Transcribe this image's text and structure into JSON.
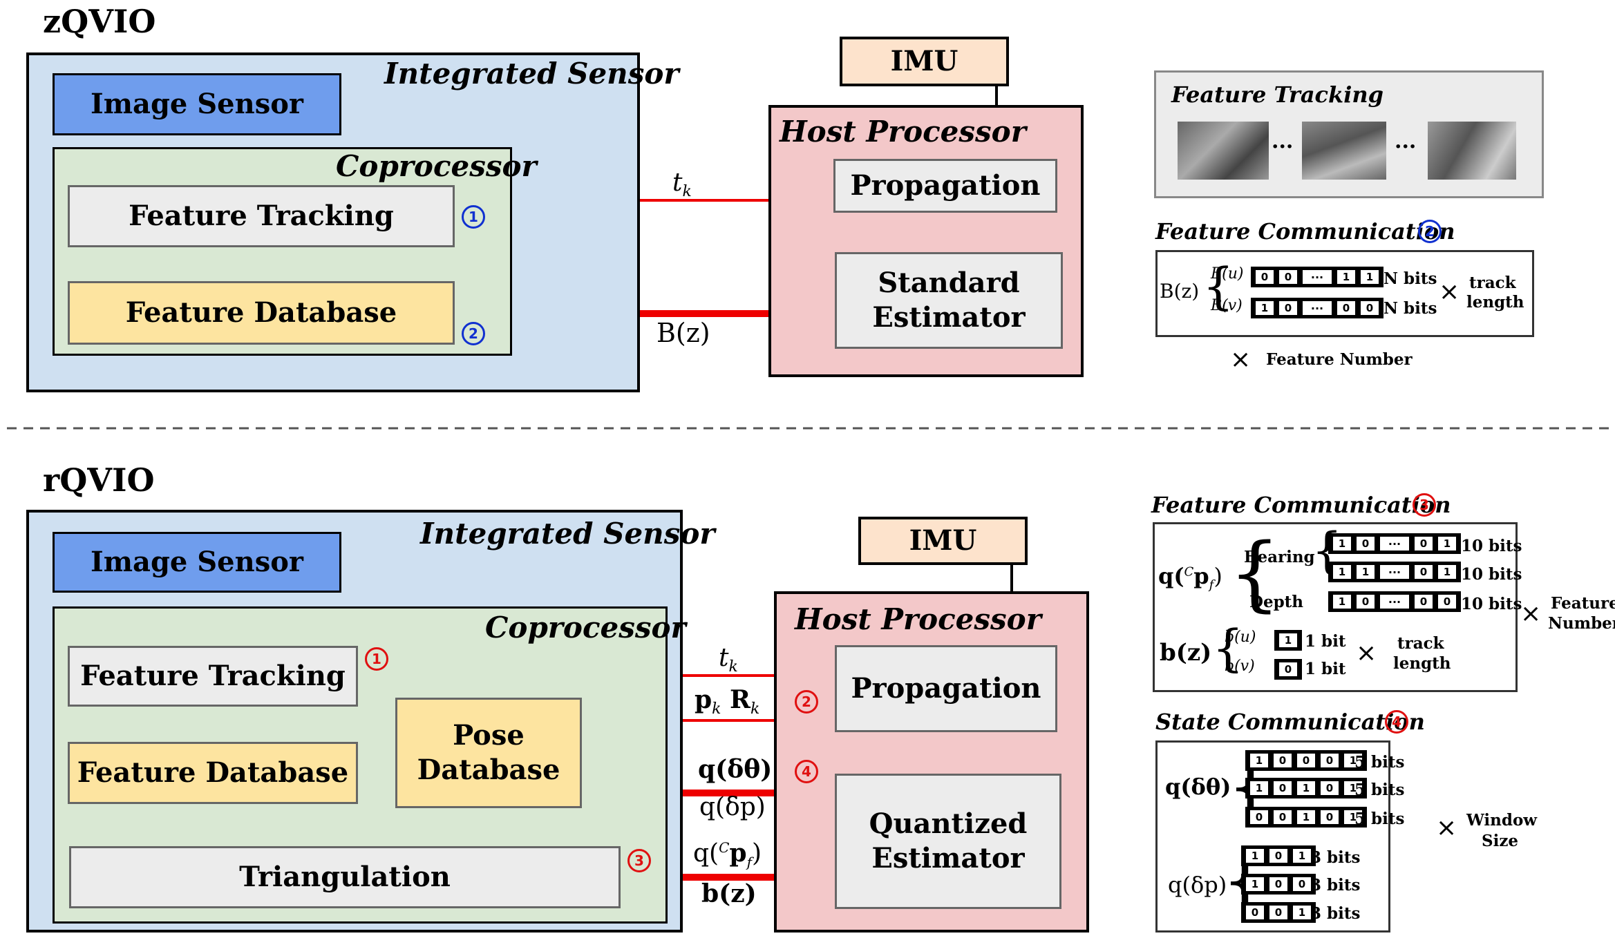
{
  "zqvio": {
    "title": "zQVIO",
    "integrated_sensor": "Integrated Sensor",
    "image_sensor": "Image Sensor",
    "coprocessor": "Coprocessor",
    "feature_tracking": "Feature Tracking",
    "feature_database": "Feature Database",
    "imu": "IMU",
    "host_processor": "Host Processor",
    "propagation": "Propagation",
    "standard_estimator_1": "Standard",
    "standard_estimator_2": "Estimator",
    "tk_label": "t",
    "tk_sub": "k",
    "bz_label": "B(z)",
    "badge1": "1",
    "badge2": "2"
  },
  "rqvio": {
    "title": "rQVIO",
    "integrated_sensor": "Integrated Sensor",
    "image_sensor": "Image Sensor",
    "coprocessor": "Coprocessor",
    "feature_tracking": "Feature Tracking",
    "feature_database": "Feature Database",
    "pose_database_1": "Pose",
    "pose_database_2": "Database",
    "triangulation": "Triangulation",
    "imu": "IMU",
    "host_processor": "Host Processor",
    "propagation": "Propagation",
    "quantized_estimator_1": "Quantized",
    "quantized_estimator_2": "Estimator",
    "tk_label": "t",
    "tk_sub": "k",
    "pk_rk": "p",
    "q_theta": "q(δθ)",
    "q_p": "q(δp)",
    "q_cpf": "q(",
    "bz": "b(z)",
    "badge1": "1",
    "badge2": "2",
    "badge3": "3",
    "badge4": "4"
  },
  "right_top": {
    "feature_tracking_title": "Feature Tracking",
    "dots": "···",
    "feature_comm_title": "Feature Communication",
    "badge2": "2",
    "bz": "B(z)",
    "bu": "B(u)",
    "bv": "B(v)",
    "row1_bits": [
      "0",
      "0",
      "···",
      "1",
      "1"
    ],
    "row2_bits": [
      "1",
      "0",
      "···",
      "0",
      "0"
    ],
    "nbits": "N bits",
    "times": "×",
    "track": "track",
    "length": "length",
    "feature_number": "Feature Number"
  },
  "right_bottom": {
    "feature_comm_title": "Feature Communication",
    "badge3": "3",
    "q_cpf_a": "q(",
    "bearing": "Bearing",
    "depth": "Depth",
    "bearing_row1": [
      "1",
      "0",
      "···",
      "0",
      "1"
    ],
    "bearing_row2": [
      "1",
      "1",
      "···",
      "0",
      "1"
    ],
    "depth_row": [
      "1",
      "0",
      "···",
      "0",
      "0"
    ],
    "ten_bits": "10 bits",
    "bz": "b(z)",
    "bu": "b(u)",
    "bv": "b(v)",
    "bu_bit": "1",
    "bv_bit": "0",
    "one_bit": "1 bit",
    "track": "track",
    "length": "length",
    "feature": "Feature",
    "number": "Number",
    "times": "×",
    "state_comm_title": "State Communication",
    "badge4": "4",
    "q_theta": "q(δθ)",
    "q_p": "q(δp)",
    "theta_rows": [
      [
        "1",
        "0",
        "0",
        "0",
        "1"
      ],
      [
        "1",
        "0",
        "1",
        "0",
        "1"
      ],
      [
        "0",
        "0",
        "1",
        "0",
        "1"
      ]
    ],
    "p_rows": [
      [
        "1",
        "0",
        "1"
      ],
      [
        "1",
        "0",
        "0"
      ],
      [
        "0",
        "0",
        "1"
      ]
    ],
    "five_bits": "5 bits",
    "three_bits": "3 bits",
    "window": "Window",
    "size": "Size"
  },
  "colors": {
    "sensor_bg": "#cfe0f1",
    "image_sensor": "#6f9ded",
    "coprocessor_bg": "#d9e8d3",
    "module_gray": "#ececec",
    "database_yellow": "#fde4a0",
    "imu": "#fde3cc",
    "host_bg": "#f3c8c9",
    "arrow_red": "#ee0000"
  }
}
